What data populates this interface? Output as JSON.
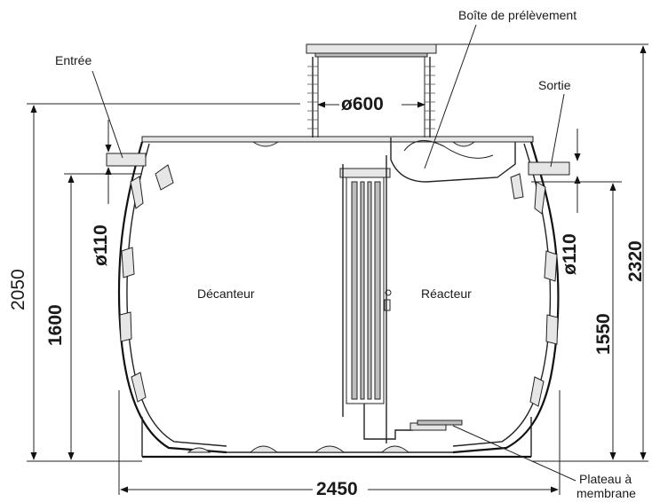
{
  "labels": {
    "sample_box": "Boîte de prélèvement",
    "inlet": "Entrée",
    "outlet": "Sortie",
    "settler": "Décanteur",
    "reactor": "Réacteur",
    "membrane_plate_line1": "Plateau à",
    "membrane_plate_line2": "membrane"
  },
  "dimensions": {
    "manhole_diameter": "ø600",
    "inlet_diameter": "ø110",
    "outlet_diameter": "ø110",
    "overall_height_left": "2050",
    "inlet_height": "1600",
    "outlet_height": "1550",
    "overall_height_right": "2320",
    "overall_length": "2450"
  }
}
